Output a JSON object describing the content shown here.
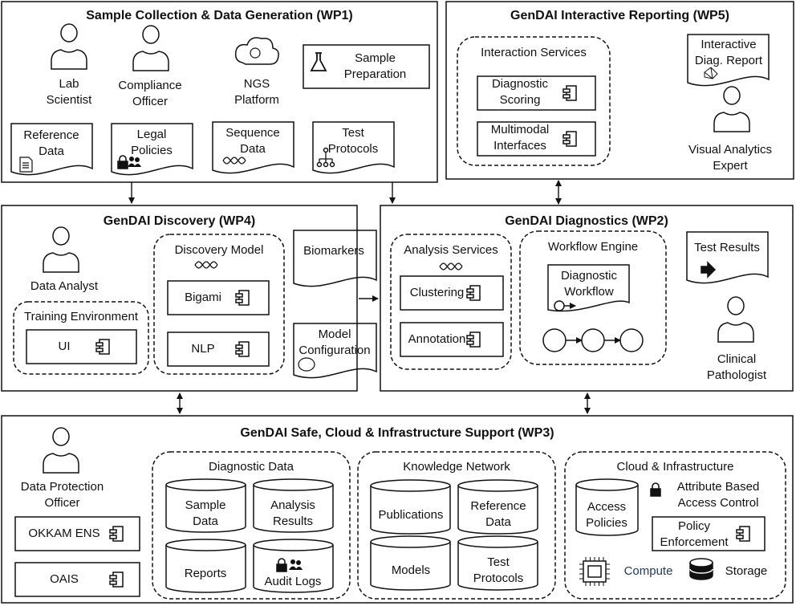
{
  "wp1": {
    "title": "Sample Collection & Data Generation (WP1)",
    "actors": [
      "Lab\nScientist",
      "Compliance\nOfficer",
      "NGS\nPlatform"
    ],
    "sample_prep": "Sample\nPreparation",
    "documents": [
      "Reference\nData",
      "Legal\nPolicies",
      "Sequence\nData",
      "Test\nProtocols"
    ]
  },
  "wp5": {
    "title": "GenDAI Interactive Reporting (WP5)",
    "group_title": "Interaction Services",
    "components": [
      "Diagnostic\nScoring",
      "Multimodal\nInterfaces"
    ],
    "report": "Interactive\nDiag. Report",
    "actor": "Visual Analytics\nExpert"
  },
  "wp4": {
    "title": "GenDAI Discovery (WP4)",
    "actor": "Data Analyst",
    "training_env": "Training Environment",
    "ui": "UI",
    "discovery_model": "Discovery Model",
    "components": [
      "Bigami",
      "NLP"
    ],
    "biomarkers": "Biomarkers",
    "model_config": "Model\nConfiguration"
  },
  "wp2": {
    "title": "GenDAI Diagnostics (WP2)",
    "analysis_services": "Analysis Services",
    "components": [
      "Clustering",
      "Annotation"
    ],
    "workflow_engine": "Workflow Engine",
    "diag_workflow": "Diagnostic\nWorkflow",
    "test_results": "Test Results",
    "actor": "Clinical\nPathologist"
  },
  "wp3": {
    "title": "GenDAI Safe, Cloud & Infrastructure Support (WP3)",
    "actor": "Data Protection\nOfficer",
    "components": [
      "OKKAM ENS",
      "OAIS"
    ],
    "diagnostic_data": {
      "title": "Diagnostic Data",
      "stores": [
        "Sample\nData",
        "Analysis\nResults",
        "Reports",
        "Audit Logs"
      ]
    },
    "knowledge_network": {
      "title": "Knowledge Network",
      "stores": [
        "Publications",
        "Reference\nData",
        "Models",
        "Test\nProtocols"
      ]
    },
    "cloud": {
      "title": "Cloud & Infrastructure",
      "access_policies": "Access\nPolicies",
      "abac": "Attribute Based\nAccess Control",
      "policy_enforcement": "Policy\nEnforcement",
      "compute": "Compute",
      "storage": "Storage"
    }
  },
  "colors": {
    "stroke": "#111111",
    "compute_text": "#1f3b63"
  }
}
